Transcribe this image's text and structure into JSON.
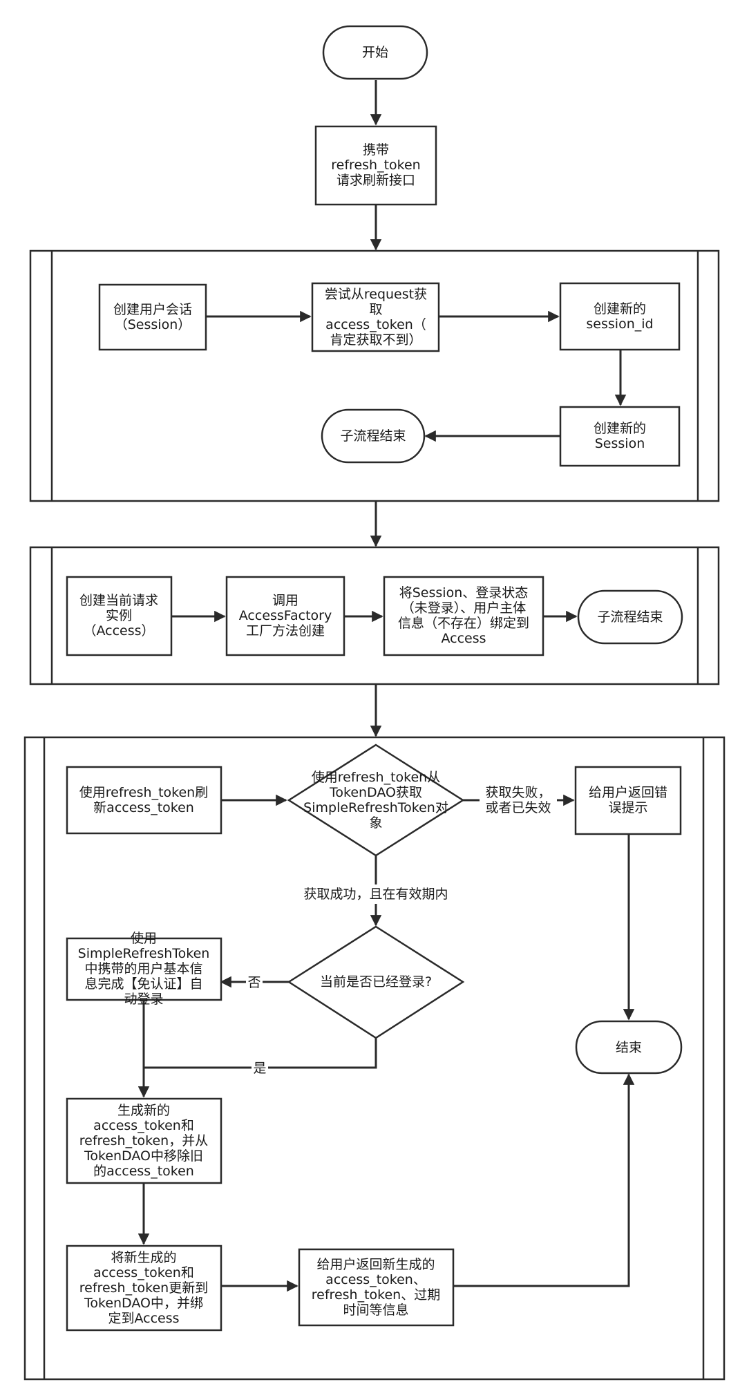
{
  "nodes": {
    "start": [
      "开始"
    ],
    "req": [
      "携带",
      "refresh_token",
      "请求刷新接口"
    ],
    "s1_create": [
      "创建用户会话",
      "（Session）"
    ],
    "s1_try": [
      "尝试从request获",
      "取",
      "access_token（",
      "肯定获取不到）"
    ],
    "s1_newid": [
      "创建新的",
      "session_id"
    ],
    "s1_newsession": [
      "创建新的",
      "Session"
    ],
    "s1_end": [
      "子流程结束"
    ],
    "s2_create": [
      "创建当前请求",
      "实例",
      "（Access）"
    ],
    "s2_factory": [
      "调用",
      "AccessFactory",
      "工厂方法创建"
    ],
    "s2_bind": [
      "将Session、登录状态",
      "（未登录）、用户主体",
      "信息（不存在）绑定到",
      "Access"
    ],
    "s2_end": [
      "子流程结束"
    ],
    "s3_use": [
      "使用refresh_token刷",
      "新access_token"
    ],
    "s3_get": [
      "使用refresh_token从",
      "TokenDAO获取",
      "SimpleRefreshToken对",
      "象"
    ],
    "s3_err": [
      "给用户返回错",
      "误提示"
    ],
    "s3_logged": [
      "当前是否已经登录?"
    ],
    "s3_auto": [
      "使用",
      "SimpleRefreshToken",
      "中携带的用户基本信",
      "息完成【免认证】自",
      "动登录"
    ],
    "s3_gen": [
      "生成新的",
      "access_token和",
      "refresh_token，并从",
      "TokenDAO中移除旧",
      "的access_token"
    ],
    "s3_update": [
      "将新生成的",
      "access_token和",
      "refresh_token更新到",
      "TokenDAO中，并绑",
      "定到Access"
    ],
    "s3_return": [
      "给用户返回新生成的",
      "access_token、",
      "refresh_token、过期",
      "时间等信息"
    ],
    "s3_end": [
      "结束"
    ]
  },
  "edge_labels": {
    "fail": [
      "获取失败，",
      "或者已失效"
    ],
    "success": "获取成功，且在有效期内",
    "no": "否",
    "yes": "是"
  }
}
